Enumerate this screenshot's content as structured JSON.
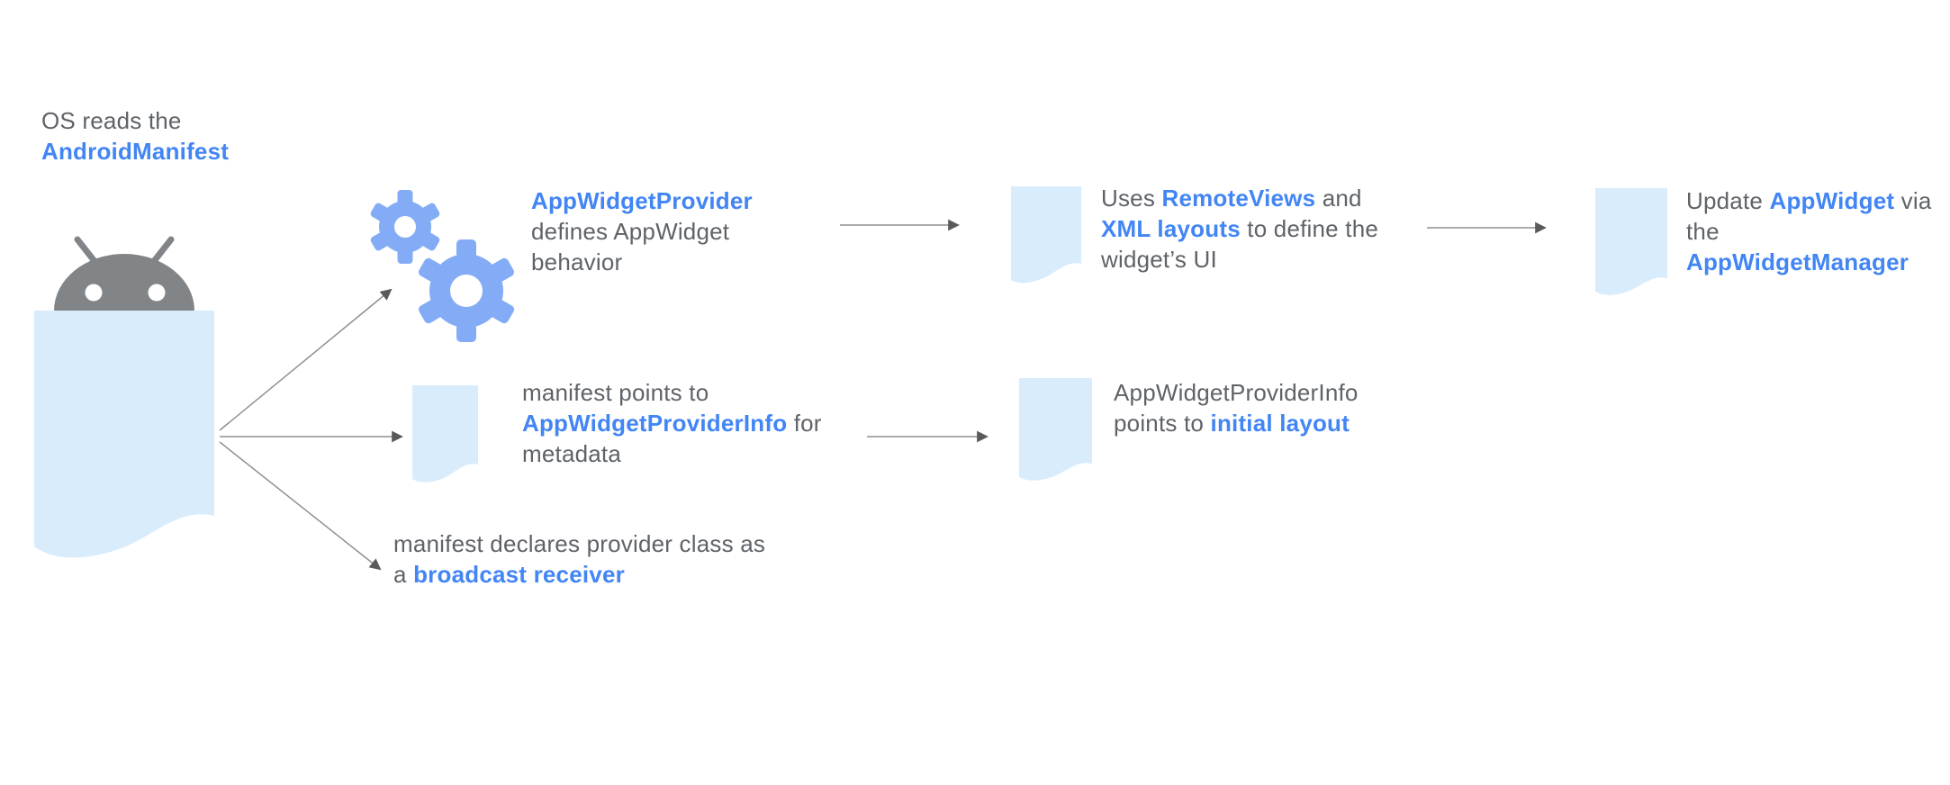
{
  "diagram": {
    "title_semantic": "Android AppWidget architecture flow",
    "colors": {
      "link_blue": "#4285f4",
      "text_gray": "#5f6368",
      "document_fill": "#d9ecfc",
      "gear_blue": "#84acf6",
      "robot_gray": "#828588",
      "arrow_gray": "#8f8f8f",
      "background": "#ffffff"
    },
    "icons": {
      "android": "android-robot-icon",
      "manifest_document": "manifest-document-icon",
      "gears": "gears-icon",
      "small_document": "document-icon",
      "arrow": "arrow-connector"
    },
    "blocks": {
      "os_reads": {
        "line1": "OS reads the",
        "line2": "AndroidManifest"
      },
      "provider": {
        "line1": "AppWidgetProvider",
        "line2": "defines AppWidget",
        "line3": "behavior"
      },
      "remoteviews": {
        "l1a": "Uses ",
        "l1b": "RemoteViews",
        "l1c": " and",
        "l2a": "XML layouts",
        "l2b": " to define the",
        "l3": "widget’s UI"
      },
      "update": {
        "l1a": "Update ",
        "l1b": "AppWidget",
        "l1c": " via",
        "l2": "the",
        "l3": "AppWidgetManager"
      },
      "manifest_points": {
        "l1": "manifest points to",
        "l2a": "AppWidgetProviderInfo",
        "l2b": " for",
        "l3": "metadata"
      },
      "provider_info": {
        "l1": "AppWidgetProviderInfo",
        "l2a": "points to ",
        "l2b": "initial layout"
      },
      "broadcast": {
        "l1": "manifest declares provider class as",
        "l2a": "a ",
        "l2b": "broadcast receiver"
      }
    }
  }
}
